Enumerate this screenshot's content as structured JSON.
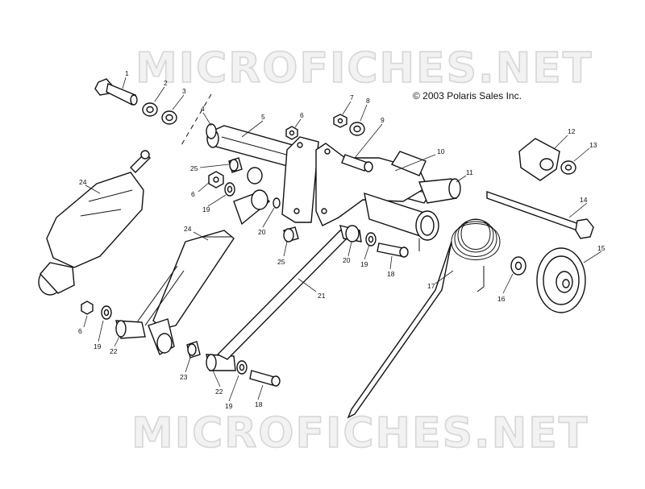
{
  "watermark": "MICROFICHES.NET",
  "copyright": "© 2003 Polaris Sales Inc.",
  "callouts": [
    {
      "id": "c1",
      "label": "1"
    },
    {
      "id": "c2",
      "label": "2"
    },
    {
      "id": "c3",
      "label": "3"
    },
    {
      "id": "c4",
      "label": "4"
    },
    {
      "id": "c5",
      "label": "5"
    },
    {
      "id": "c6a",
      "label": "6"
    },
    {
      "id": "c6b",
      "label": "6"
    },
    {
      "id": "c6c",
      "label": "6"
    },
    {
      "id": "c7",
      "label": "7"
    },
    {
      "id": "c8",
      "label": "8"
    },
    {
      "id": "c9",
      "label": "9"
    },
    {
      "id": "c10",
      "label": "10"
    },
    {
      "id": "c11",
      "label": "11"
    },
    {
      "id": "c12",
      "label": "12"
    },
    {
      "id": "c13",
      "label": "13"
    },
    {
      "id": "c14",
      "label": "14"
    },
    {
      "id": "c15",
      "label": "15"
    },
    {
      "id": "c16",
      "label": "16"
    },
    {
      "id": "c17",
      "label": "17"
    },
    {
      "id": "c18a",
      "label": "18"
    },
    {
      "id": "c18b",
      "label": "18"
    },
    {
      "id": "c19a",
      "label": "19"
    },
    {
      "id": "c19b",
      "label": "19"
    },
    {
      "id": "c19c",
      "label": "19"
    },
    {
      "id": "c19d",
      "label": "19"
    },
    {
      "id": "c20a",
      "label": "20"
    },
    {
      "id": "c20b",
      "label": "20"
    },
    {
      "id": "c21",
      "label": "21"
    },
    {
      "id": "c22a",
      "label": "22"
    },
    {
      "id": "c22b",
      "label": "22"
    },
    {
      "id": "c23",
      "label": "23"
    },
    {
      "id": "c24a",
      "label": "24"
    },
    {
      "id": "c24b",
      "label": "24"
    },
    {
      "id": "c25a",
      "label": "25"
    },
    {
      "id": "c25b",
      "label": "25"
    }
  ]
}
